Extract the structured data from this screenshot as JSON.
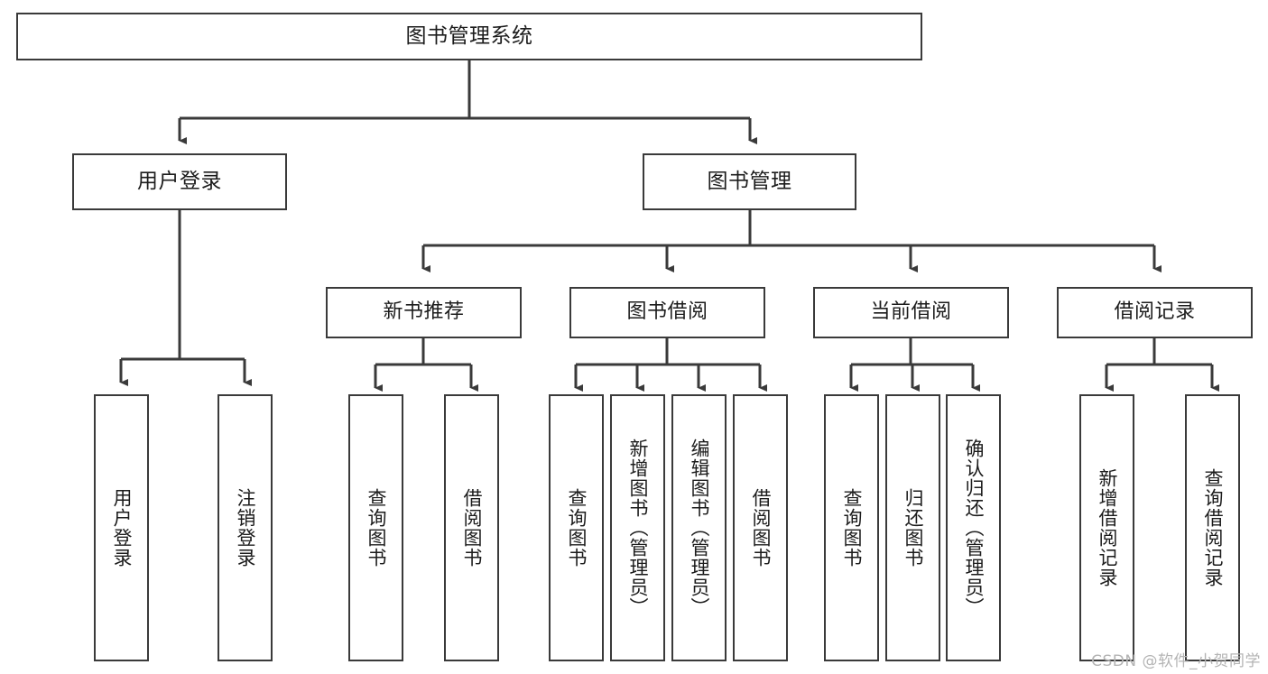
{
  "diagram": {
    "type": "tree",
    "title": "图书管理系统",
    "watermark": "CSDN @软件_小贺同学",
    "colors": {
      "stroke": "#3a3a3a",
      "fill": "#ffffff",
      "text": "#1c1c1c",
      "watermark": "#b4b4b4"
    },
    "nodes": {
      "root": {
        "label": "图书管理系统"
      },
      "level2": [
        {
          "id": "user-login",
          "label": "用户登录"
        },
        {
          "id": "book-manage",
          "label": "图书管理"
        }
      ],
      "level3": [
        {
          "id": "new-book-recommend",
          "label": "新书推荐"
        },
        {
          "id": "book-borrow",
          "label": "图书借阅"
        },
        {
          "id": "current-borrow",
          "label": "当前借阅"
        },
        {
          "id": "borrow-record",
          "label": "借阅记录"
        }
      ],
      "leaves": {
        "user_login": [
          {
            "id": "leaf-user-login",
            "label": "用户登录"
          },
          {
            "id": "leaf-logout-login",
            "label": "注销登录"
          }
        ],
        "new_book_recommend": [
          {
            "id": "leaf-query-book-1",
            "label": "查询图书"
          },
          {
            "id": "leaf-borrow-book-1",
            "label": "借阅图书"
          }
        ],
        "book_borrow": [
          {
            "id": "leaf-query-book-2",
            "label": "查询图书"
          },
          {
            "id": "leaf-add-book",
            "label": "新增图书（管理员）"
          },
          {
            "id": "leaf-edit-book",
            "label": "编辑图书（管理员）"
          },
          {
            "id": "leaf-borrow-book-2",
            "label": "借阅图书"
          }
        ],
        "current_borrow": [
          {
            "id": "leaf-query-book-3",
            "label": "查询图书"
          },
          {
            "id": "leaf-return-book",
            "label": "归还图书"
          },
          {
            "id": "leaf-confirm-return",
            "label": "确认归还（管理员）"
          }
        ],
        "borrow_record": [
          {
            "id": "leaf-add-record",
            "label": "新增借阅记录"
          },
          {
            "id": "leaf-query-record",
            "label": "查询借阅记录"
          }
        ]
      }
    }
  }
}
